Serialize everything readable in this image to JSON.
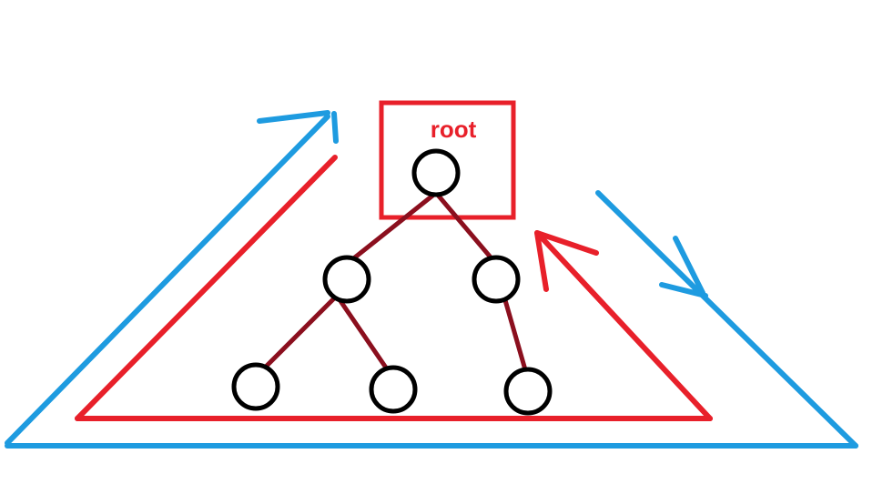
{
  "diagram": {
    "root_label": "root",
    "colors": {
      "traversal_arrow": "#1e9be0",
      "subtree_outline": "#e8202a",
      "edge": "#8b0f1e",
      "node": "#000000",
      "root_box": "#e8202a"
    },
    "nodes": [
      "root",
      "left",
      "right",
      "left-left",
      "left-right",
      "right-child"
    ],
    "edges": [
      [
        "root",
        "left"
      ],
      [
        "root",
        "right"
      ],
      [
        "left",
        "left-left"
      ],
      [
        "left",
        "left-right"
      ],
      [
        "right",
        "right-child"
      ]
    ]
  }
}
